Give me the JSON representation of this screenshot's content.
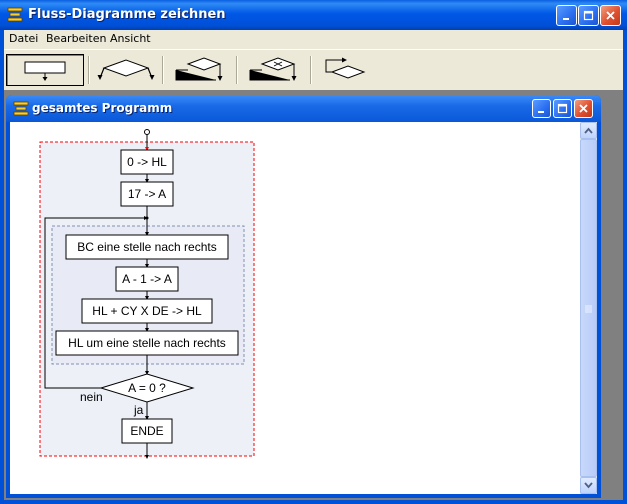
{
  "app": {
    "title": "Fluss-Diagramme zeichnen"
  },
  "menu": {
    "items": [
      "Datei",
      "Bearbeiten",
      "Ansicht"
    ]
  },
  "toolbar": {
    "tools": [
      {
        "icon": "process-block-icon"
      },
      {
        "icon": "branch-icon"
      },
      {
        "icon": "loop-icon"
      },
      {
        "icon": "case-icon"
      },
      {
        "icon": "repeat-icon"
      }
    ]
  },
  "child_window": {
    "title": "gesamtes Programm"
  },
  "flowchart": {
    "steps": [
      "0 -> HL",
      "17 -> A"
    ],
    "loop_body": [
      "BC eine stelle nach rechts",
      "A - 1 -> A",
      "HL + CY X DE -> HL",
      "HL um eine stelle nach rechts"
    ],
    "condition": "A = 0 ?",
    "no_label": "nein",
    "yes_label": "ja",
    "end": "ENDE"
  },
  "colors": {
    "title_blue": "#0050d8",
    "selection_border": "#ff0000",
    "inner_border": "#8090b0"
  }
}
